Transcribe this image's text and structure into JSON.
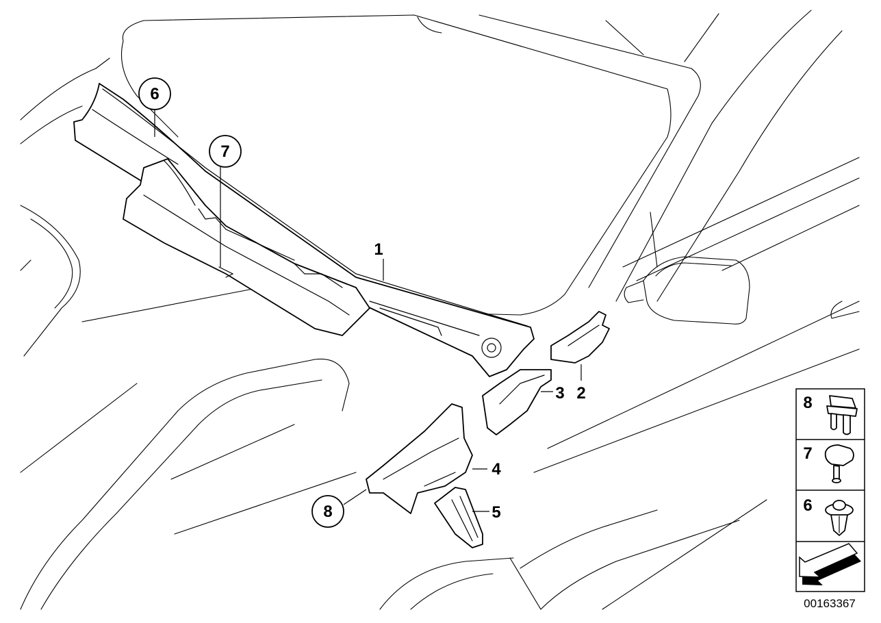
{
  "callouts": [
    {
      "id": "c1",
      "label": "1"
    },
    {
      "id": "c2",
      "label": "2"
    },
    {
      "id": "c3",
      "label": "3"
    },
    {
      "id": "c4",
      "label": "4"
    },
    {
      "id": "c5",
      "label": "5"
    },
    {
      "id": "c6",
      "label": "6"
    },
    {
      "id": "c7",
      "label": "7"
    },
    {
      "id": "c8",
      "label": "8"
    }
  ],
  "legend": {
    "items": [
      {
        "label": "8",
        "icon": "double-clip-icon"
      },
      {
        "label": "7",
        "icon": "expanding-rivet-icon"
      },
      {
        "label": "6",
        "icon": "push-clip-icon"
      }
    ],
    "direction_icon": "direction-arrow-icon"
  },
  "document_number": "00163367"
}
